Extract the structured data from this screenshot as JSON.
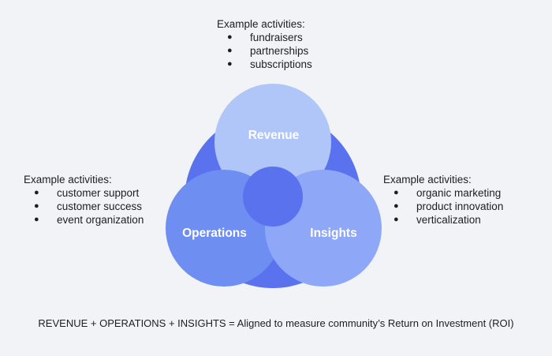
{
  "diagram": {
    "circles": [
      {
        "id": "revenue",
        "label": "Revenue",
        "color": "#b0c6f8"
      },
      {
        "id": "operations",
        "label": "Operations",
        "color": "#6e8ef1"
      },
      {
        "id": "insights",
        "label": "Insights",
        "color": "#8ea7f7"
      }
    ],
    "background_disc_color": "#5a72ee",
    "center_disc_color": "#5a72ee"
  },
  "activities": {
    "top": {
      "heading": "Example activities:",
      "items": [
        "fundraisers",
        "partnerships",
        "subscriptions"
      ]
    },
    "left": {
      "heading": "Example activities:",
      "items": [
        "customer support",
        "customer success",
        "event organization"
      ]
    },
    "right": {
      "heading": "Example activities:",
      "items": [
        "organic marketing",
        "product innovation",
        "verticalization"
      ]
    },
    "bullet": "●"
  },
  "footer": {
    "equation": "REVENUE + OPERATIONS + INSIGHTS = Aligned to measure community’s Return on Investment (ROI)"
  }
}
